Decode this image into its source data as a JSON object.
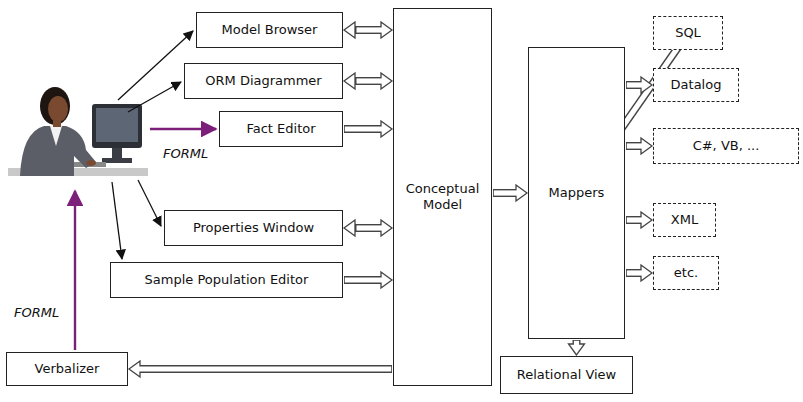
{
  "diagram": {
    "nodes": [
      {
        "text": [
          "Model Browser"
        ]
      },
      {
        "text": [
          "ORM Diagrammer"
        ]
      },
      {
        "text": [
          "Fact Editor"
        ]
      },
      {
        "text": [
          "Properties Window"
        ]
      },
      {
        "text": [
          "Sample Population Editor"
        ]
      },
      {
        "text": [
          "Verbalizer"
        ]
      },
      {
        "text": [
          "Conceptual Model"
        ]
      },
      {
        "text": [
          "Mappers"
        ]
      },
      {
        "text": [
          "SQL"
        ]
      },
      {
        "text": [
          "Datalog"
        ]
      },
      {
        "text": [
          "C#, VB, ..."
        ]
      },
      {
        "text": [
          "XML"
        ]
      },
      {
        "text": [
          "etc."
        ]
      },
      {
        "text": [
          "Relational View"
        ]
      }
    ],
    "edges": [
      {
        "from": 0,
        "to": 6,
        "arrow": "both"
      },
      {
        "from": 1,
        "to": 6,
        "arrow": "both"
      },
      {
        "from": 2,
        "to": 6,
        "arrow": "to"
      },
      {
        "from": 3,
        "to": 6,
        "arrow": "both"
      },
      {
        "from": 4,
        "to": 6,
        "arrow": "to"
      },
      {
        "from": 6,
        "to": 5,
        "arrow": "to"
      },
      {
        "from": 6,
        "to": 7,
        "arrow": "to"
      },
      {
        "from": 7,
        "to": 8,
        "arrow": "to"
      },
      {
        "from": 7,
        "to": 9,
        "arrow": "to"
      },
      {
        "from": 7,
        "to": 10,
        "arrow": "to"
      },
      {
        "from": 7,
        "to": 11,
        "arrow": "to"
      },
      {
        "from": 7,
        "to": 12,
        "arrow": "to"
      },
      {
        "from": 7,
        "to": 13,
        "arrow": "to"
      }
    ],
    "labels": [
      "FORML",
      "FORML"
    ]
  }
}
